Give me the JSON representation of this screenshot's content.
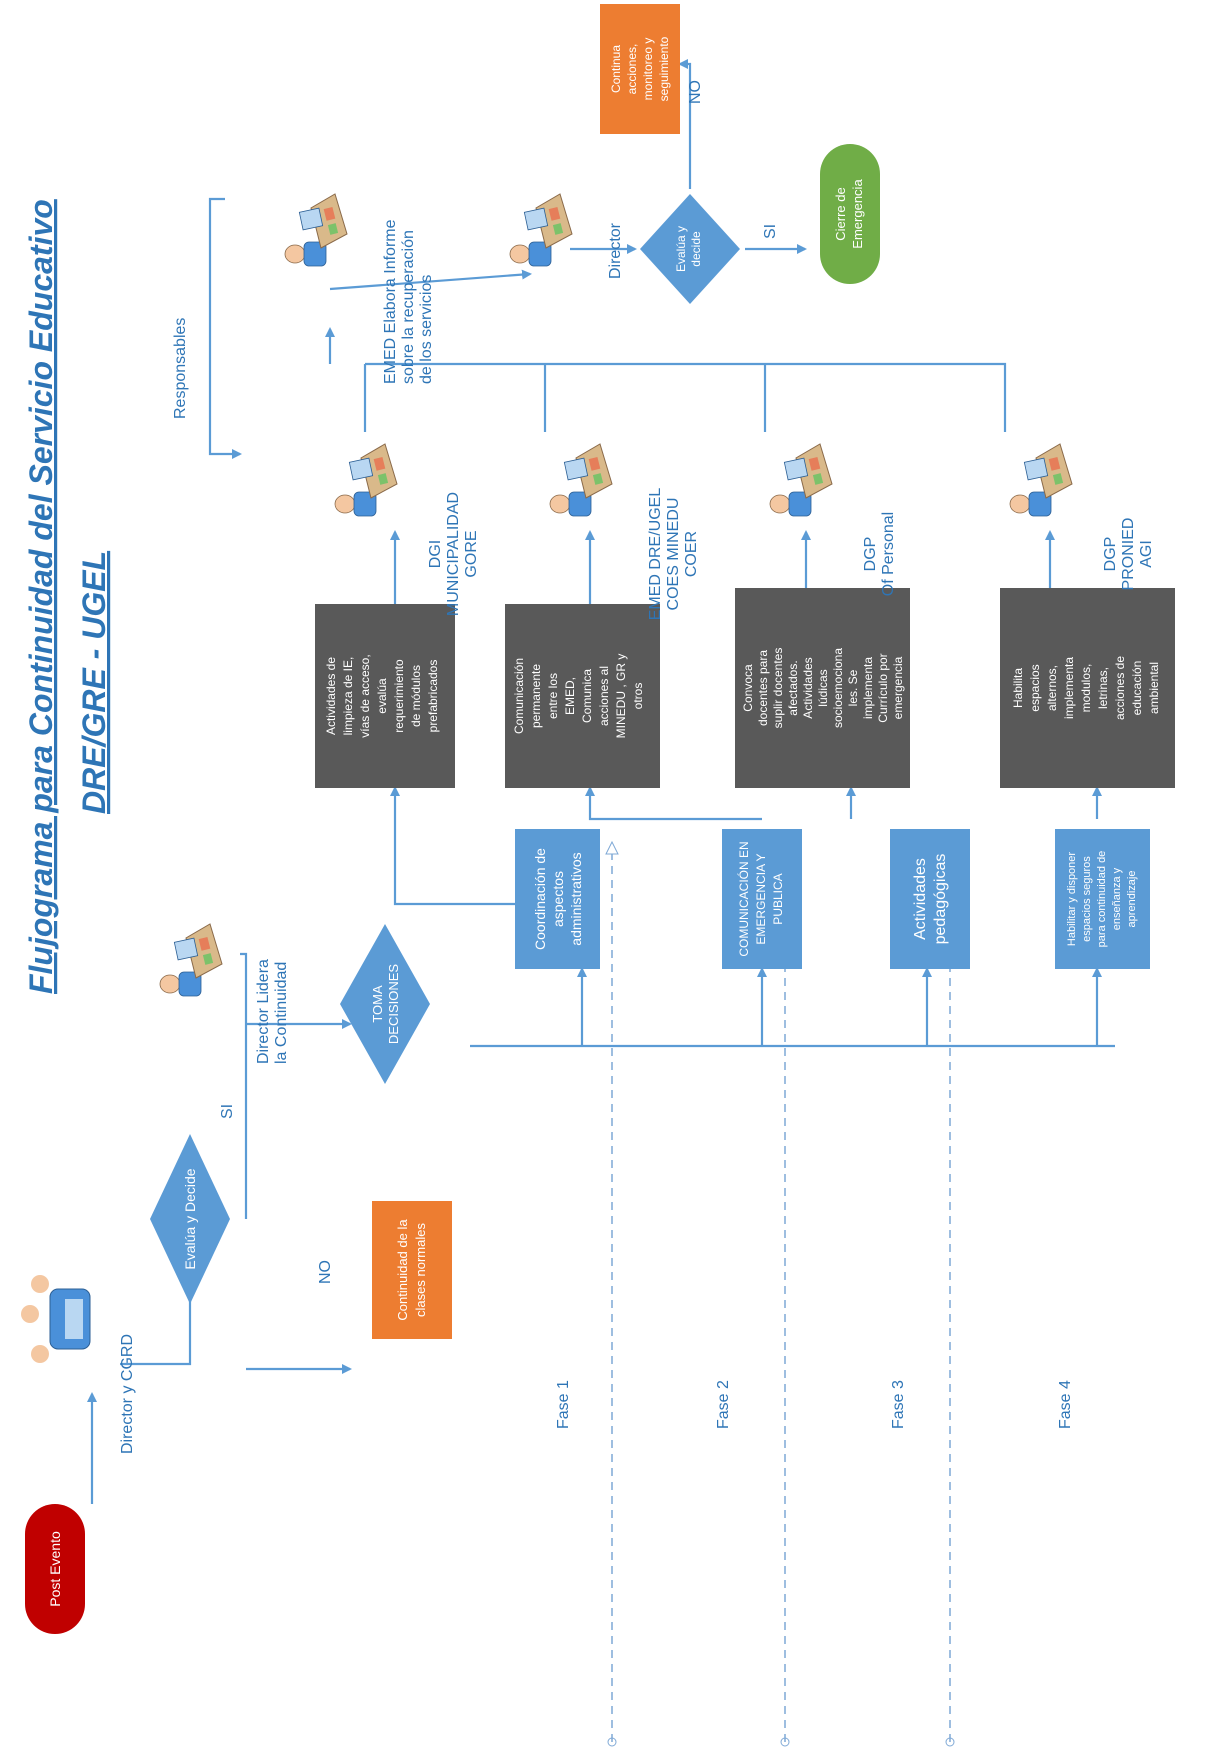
{
  "title": "Flujograma para Continuidad del Servicio Educativo",
  "subtitle": "DRE/GRE - UGEL",
  "start": "Post Evento",
  "actor1": "Director y CGRD",
  "decision1": "Evalúa y Decide",
  "no1": "NO",
  "si1": "SI",
  "no_box": [
    "Continuidad de la",
    "clases normales"
  ],
  "leader_label": [
    "Director Lidera",
    "la Continuidad"
  ],
  "toma": [
    "TOMA",
    "DECISIONES"
  ],
  "phases": [
    "Fase 1",
    "Fase 2",
    "Fase 3",
    "Fase 4"
  ],
  "phase_boxes": [
    [
      "Coordinación de",
      "aspectos",
      "administrativos"
    ],
    [
      "COMUNICACIÓN EN",
      "EMERGENCIA Y",
      "PUBLICA"
    ],
    [
      "Actividades",
      "pedagógicas"
    ],
    [
      "Habilitar y disponer",
      "espacios seguros",
      "para continuidad de",
      "enseñanza y",
      "aprendizaje"
    ]
  ],
  "activity_boxes": [
    [
      "Actividades de",
      "limpieza de IE,",
      "vías de acceso,",
      "evalúa",
      "requerimiento",
      "de módulos",
      "prefabricados"
    ],
    [
      "Comunicación",
      "permanente",
      "entre los",
      "EMED,",
      "Comunica",
      "acciones al",
      "MINEDU , GR y",
      "otros"
    ],
    [
      "Convoca",
      "docentes para",
      "suplir docentes",
      "afectados.",
      "Actividades",
      "lúdicas",
      "socioemociona",
      "les. Se",
      "implementa",
      "Currículo por",
      "emergencia"
    ],
    [
      "Habilita",
      "espacios",
      "alternos,",
      "implementa",
      "modulos,",
      "letrinas,",
      "acciones de",
      "educación",
      "ambiental"
    ]
  ],
  "resp_labels": [
    [
      "DGI",
      "MUNICIPALIDAD",
      "GORE"
    ],
    [
      "EMED DRE/UGEL",
      "COES MINEDU",
      "COER"
    ],
    [
      "DGP",
      "Of Personal"
    ],
    [
      "DGP",
      "PRONIED",
      "AGI"
    ]
  ],
  "responsables": "Responsables",
  "emed_informe": [
    "EMED Elabora Informe",
    "sobre la recuperación",
    "de los servicios"
  ],
  "director": "Director",
  "decision2": [
    "Evalúa y",
    "decide"
  ],
  "si2": "SI",
  "no2": "NO",
  "cierre": [
    "Cierre de",
    "Emergencia"
  ],
  "continua": [
    "Continua",
    "acciones,",
    "monitoreo y",
    "seguimiento"
  ],
  "colors": {
    "blue_box": "#5b9bd5",
    "gray_box": "#595959",
    "orange": "#ed7d31",
    "green": "#70ad47",
    "red": "#c00000",
    "line": "#5b9bd5",
    "text": "#2e75b6"
  },
  "icons": [
    "meeting-people-icon",
    "person-at-desk-icon"
  ]
}
